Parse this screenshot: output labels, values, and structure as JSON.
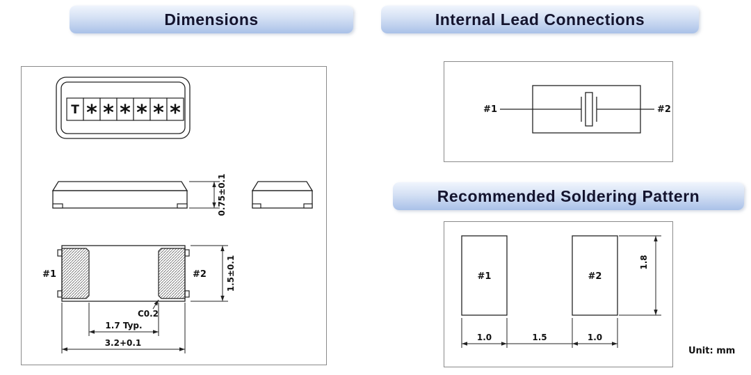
{
  "dimensions": {
    "title": "Dimensions",
    "marking": {
      "cells": [
        "T",
        "*",
        "*",
        "*",
        "*",
        "*",
        "*"
      ]
    },
    "labels": {
      "pad1": "#1",
      "pad2": "#2",
      "side_height": "0.75±0.1",
      "pad_height": "1.5±0.1",
      "chamfer": "C0.2",
      "pad_gap": "1.7 Typ.",
      "overall_width": "3.2+0.1"
    }
  },
  "internal": {
    "title": "Internal Lead Connections",
    "lead1": "#1",
    "lead2": "#2"
  },
  "soldering": {
    "title": "Recommended Soldering Pattern",
    "pad1": "#1",
    "pad2": "#2",
    "pad1_width": "1.0",
    "pad_gap": "1.5",
    "pad2_width": "1.0",
    "pad_height": "1.8",
    "unit": "Unit: mm"
  }
}
